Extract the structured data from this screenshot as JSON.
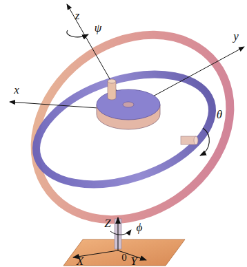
{
  "diagram": {
    "labels": [
      "z",
      "ψ",
      "y",
      "x",
      "θ",
      "Z",
      "ϕ",
      "X",
      "Y",
      "0"
    ]
  }
}
